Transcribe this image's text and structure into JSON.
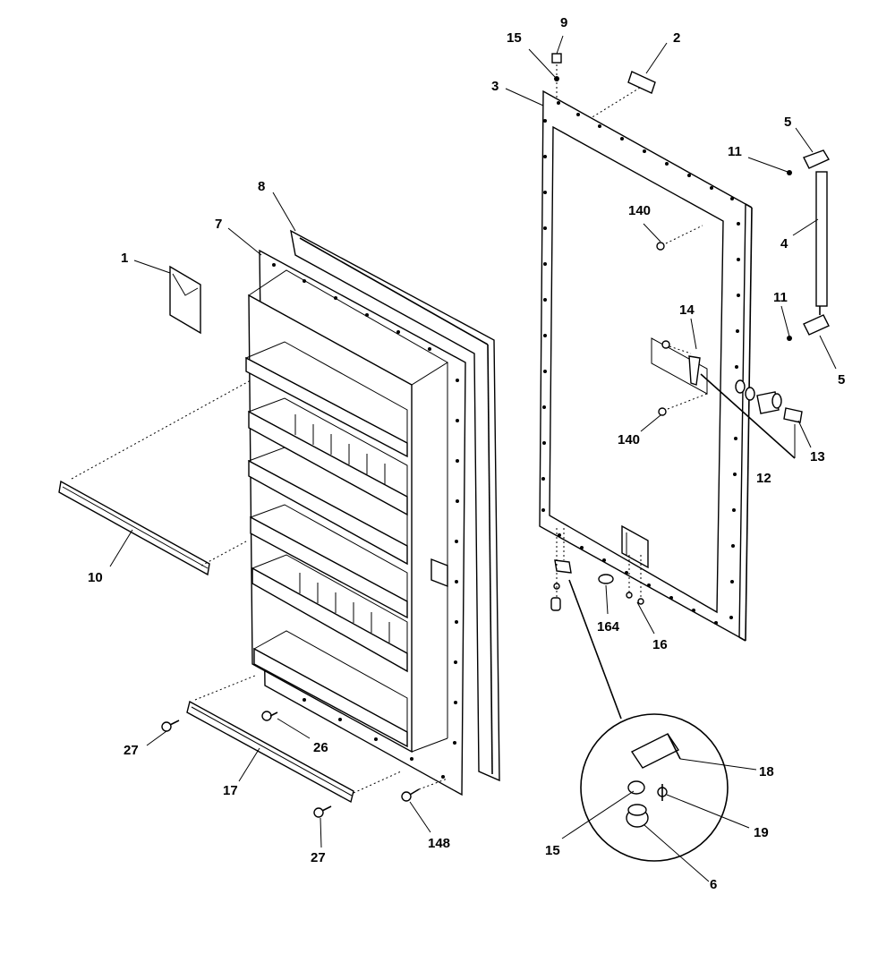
{
  "callouts": {
    "c1": "1",
    "c2": "2",
    "c3": "3",
    "c4": "4",
    "c5a": "5",
    "c5b": "5",
    "c6": "6",
    "c7": "7",
    "c8": "8",
    "c9": "9",
    "c10": "10",
    "c11a": "11",
    "c11b": "11",
    "c12": "12",
    "c13": "13",
    "c14": "14",
    "c15a": "15",
    "c15b": "15",
    "c16": "16",
    "c17": "17",
    "c18": "18",
    "c19": "19",
    "c26": "26",
    "c27a": "27",
    "c27b": "27",
    "c140a": "140",
    "c140b": "140",
    "c148": "148",
    "c164": "164"
  }
}
